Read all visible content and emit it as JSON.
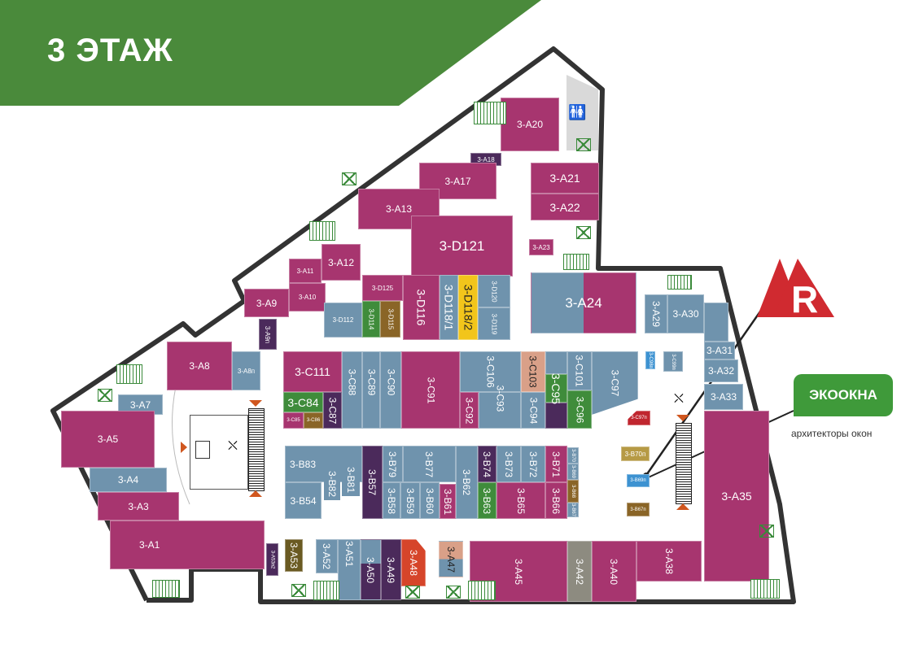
{
  "header": {
    "title": "3 ЭТАЖ",
    "color": "#4a8a3b"
  },
  "logos": {
    "rp": "R",
    "eko_brand": "ЭКООКНА",
    "eko_tagline": "архитекторы окон"
  },
  "stores": {
    "a20": "3-A20",
    "a18": "3-A18",
    "a17": "3-A17",
    "a13": "3-A13",
    "a12": "3-A12",
    "a11": "3-A11",
    "a10": "3-A10",
    "a9": "3-A9",
    "a9p": "3-A9п",
    "a21": "3-A21",
    "a22": "3-A22",
    "a23": "3-A23",
    "a24": "3-A24",
    "a29": "3-A29",
    "a30": "3-A30",
    "a31": "3-A31",
    "a32": "3-A32",
    "a33": "3-A33",
    "a35": "3-A35",
    "d121": "3-D121",
    "d125": "3-D125",
    "d116": "3-D116",
    "d118_1": "3-D118/1",
    "d118_2": "3-D118/2",
    "d120": "3-D120",
    "d119": "3-D119",
    "d112": "3-D112",
    "d114": "3-D114",
    "d115": "3-D115",
    "a8": "3-A8",
    "a8p": "3-A8п",
    "a7": "3-A7",
    "a5": "3-A5",
    "a4": "3-A4",
    "a3": "3-A3",
    "a1": "3-A1",
    "c111": "3-C111",
    "c84": "3-C84",
    "c85": "3-C85",
    "c86": "3-C86",
    "c87": "3-C87",
    "c88": "3-C88",
    "c89": "3-C89",
    "c90": "3-C90",
    "c91": "3-C91",
    "c92": "3-C92",
    "c106": "3-C106",
    "c93": "3-C93",
    "c103": "3-C103",
    "c94": "3-C94",
    "c95": "3-C95",
    "c101": "3-C101",
    "c96": "3-C96",
    "c97": "3-C97",
    "b83": "3-B83",
    "b54": "3-B54",
    "b82": "3-B82",
    "b81": "3-B81",
    "b57": "3-B57",
    "b79": "3-B79",
    "b77": "3-B77",
    "b58": "3-B58",
    "b59": "3-B59",
    "b60": "3-B60",
    "b61": "3-B61",
    "b62": "3-B62",
    "b74": "3-B74",
    "b63": "3-B63",
    "b73": "3-B73",
    "b72": "3-B72",
    "b65": "3-B65",
    "b71": "3-B71",
    "b66": "3-B66",
    "b70": "3-B70",
    "b69": "3-B69",
    "b68": "3-B68",
    "b67": "3-B67",
    "c98p": "3-C98п",
    "c99p": "3-C99п",
    "c97p": "3-C97п",
    "b70p": "3-B70п",
    "b69p": "3-B69п",
    "b67p": "3-B67п",
    "a53p2": "3-A53п2",
    "a53": "3-A53",
    "a52": "3-A52",
    "a51": "3-A51",
    "a50": "3-A50",
    "a49": "3-A49",
    "a48": "3-A48",
    "a47": "3-A47",
    "a45": "3-A45",
    "a42": "3-A42",
    "a40": "3-A40",
    "a38": "3-A38"
  }
}
